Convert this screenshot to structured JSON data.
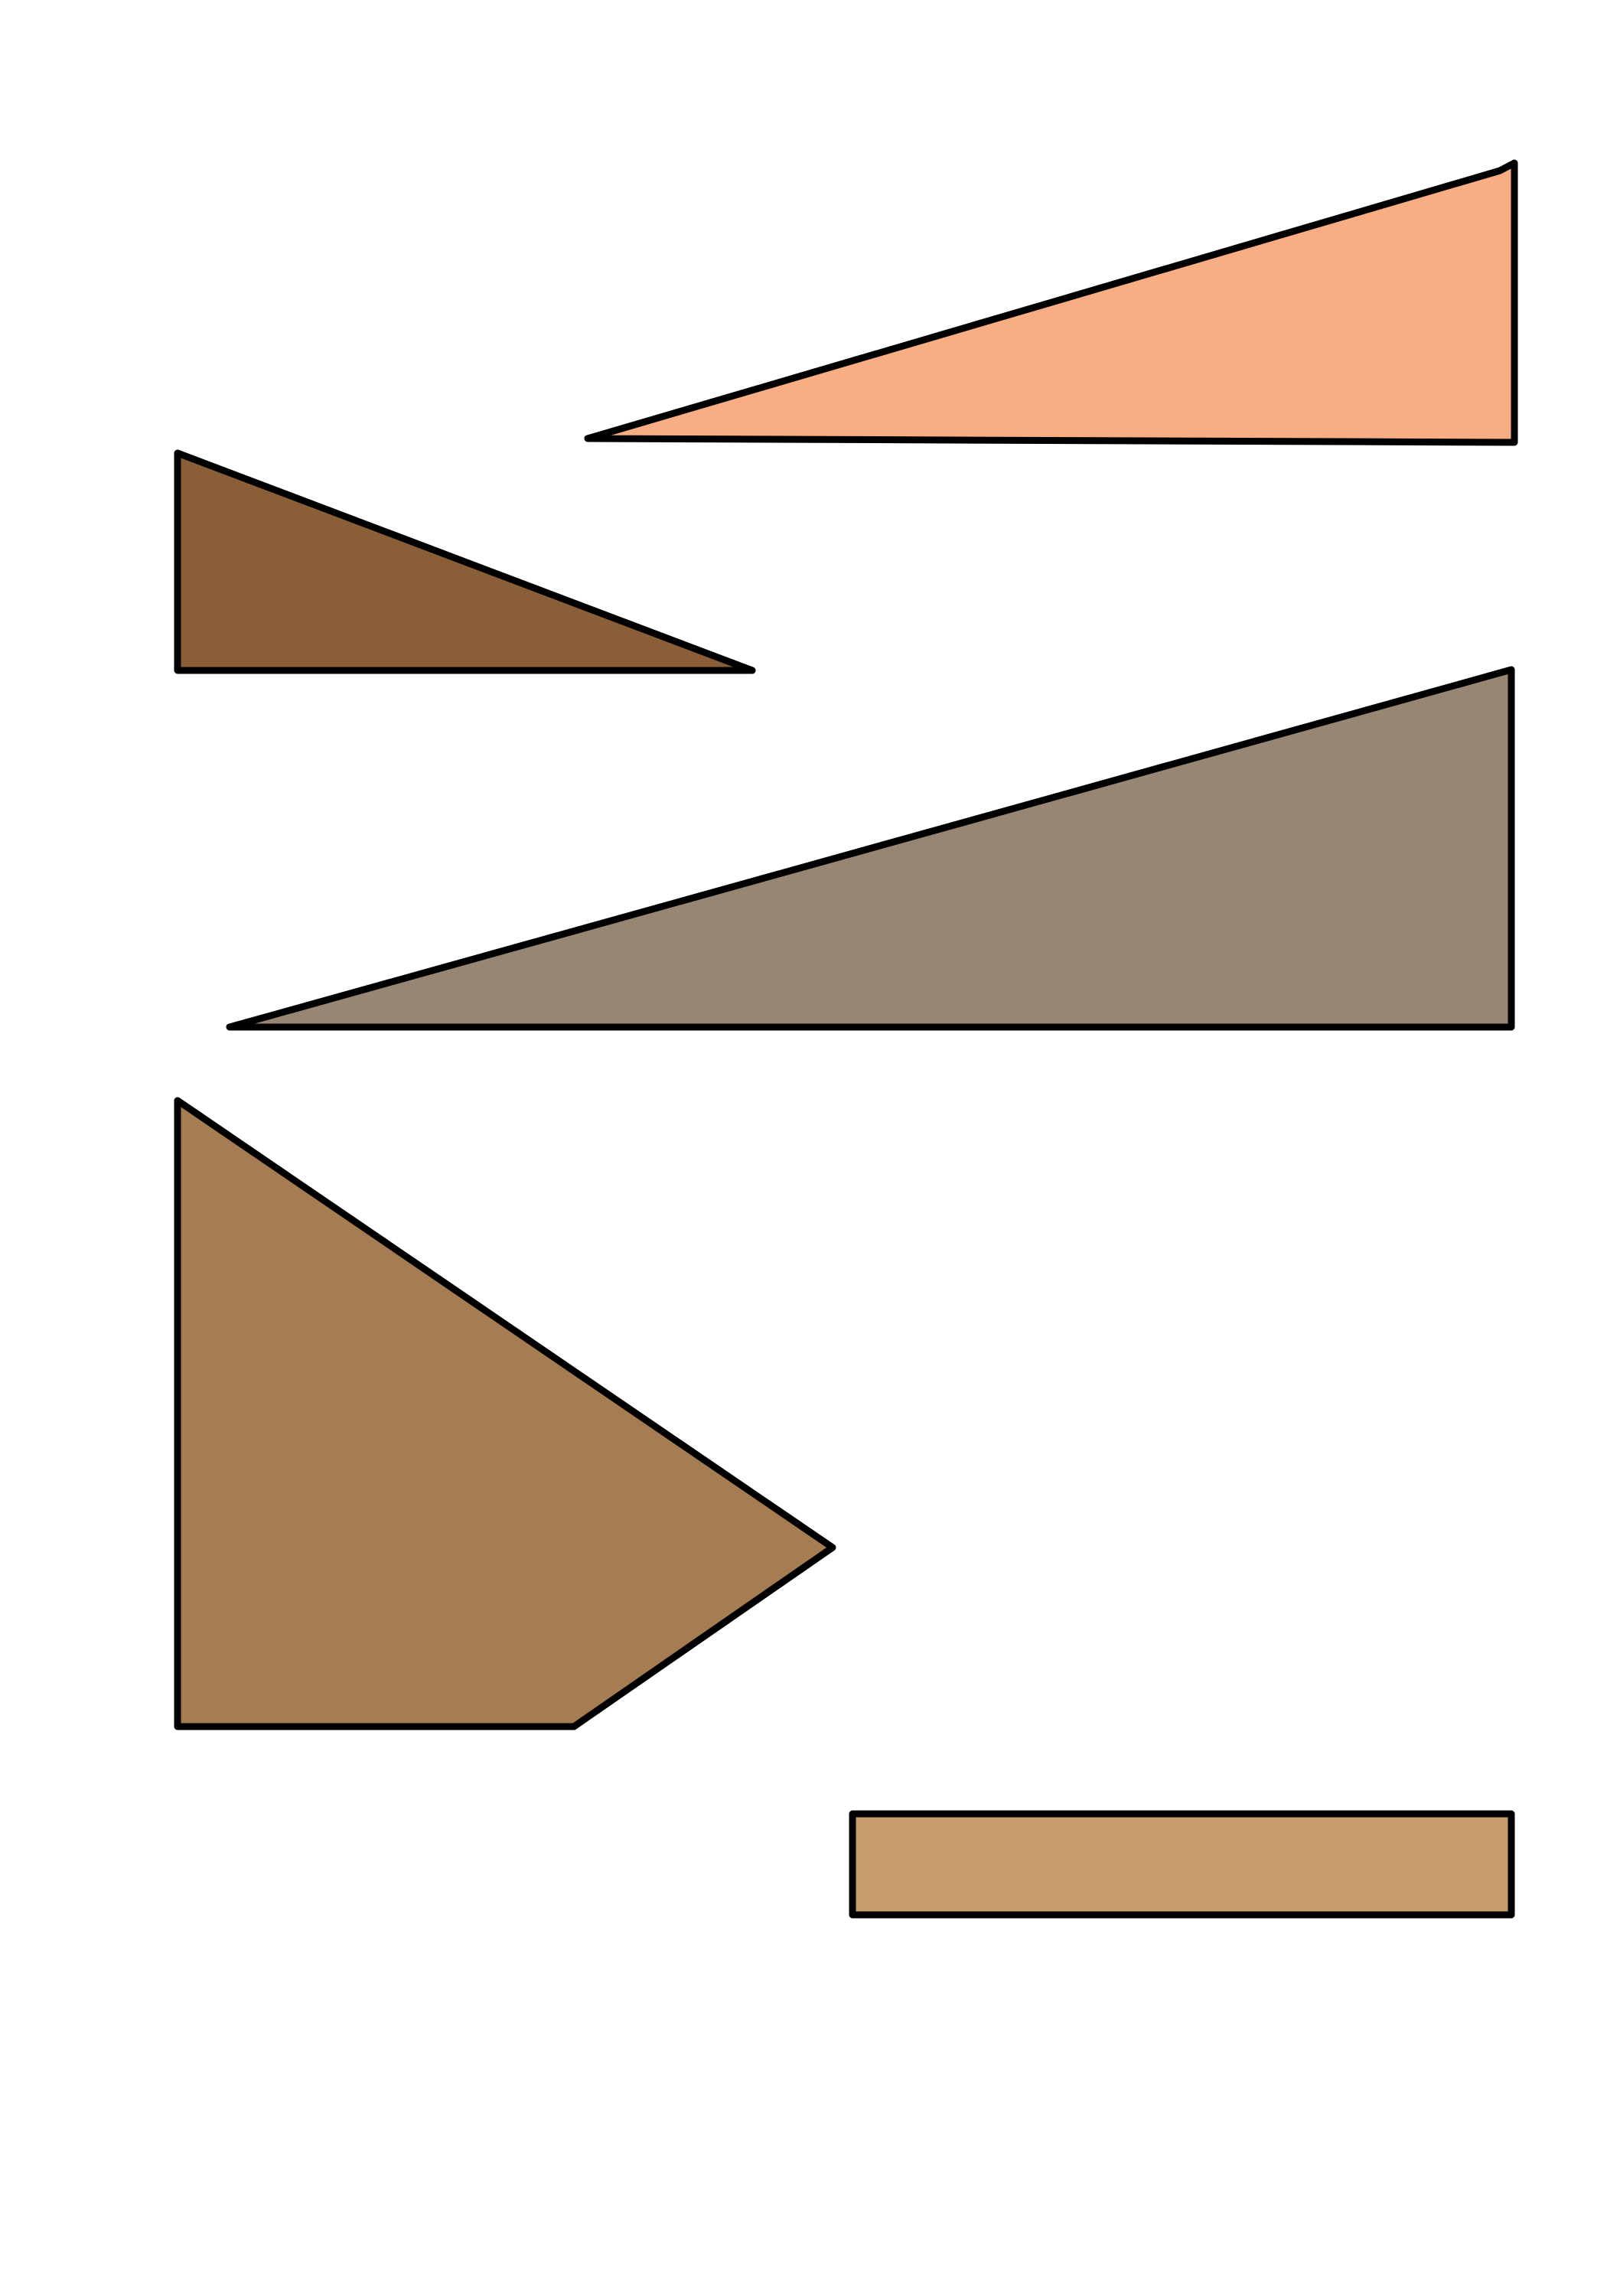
{
  "shapes": [
    {
      "id": "peach-right-triangle",
      "kind": "right-triangle",
      "fill": "#F9AD82",
      "stroke": "#000000"
    },
    {
      "id": "dark-brown-right-triangle",
      "kind": "right-triangle",
      "fill": "#8A5F38",
      "stroke": "#000000"
    },
    {
      "id": "taupe-right-triangle",
      "kind": "right-triangle",
      "fill": "#988674",
      "stroke": "#000000"
    },
    {
      "id": "brown-pentagon",
      "kind": "pentagon",
      "fill": "#A67C52",
      "stroke": "#000000"
    },
    {
      "id": "tan-rectangle",
      "kind": "rectangle",
      "fill": "#C69C6D",
      "stroke": "#000000"
    }
  ]
}
